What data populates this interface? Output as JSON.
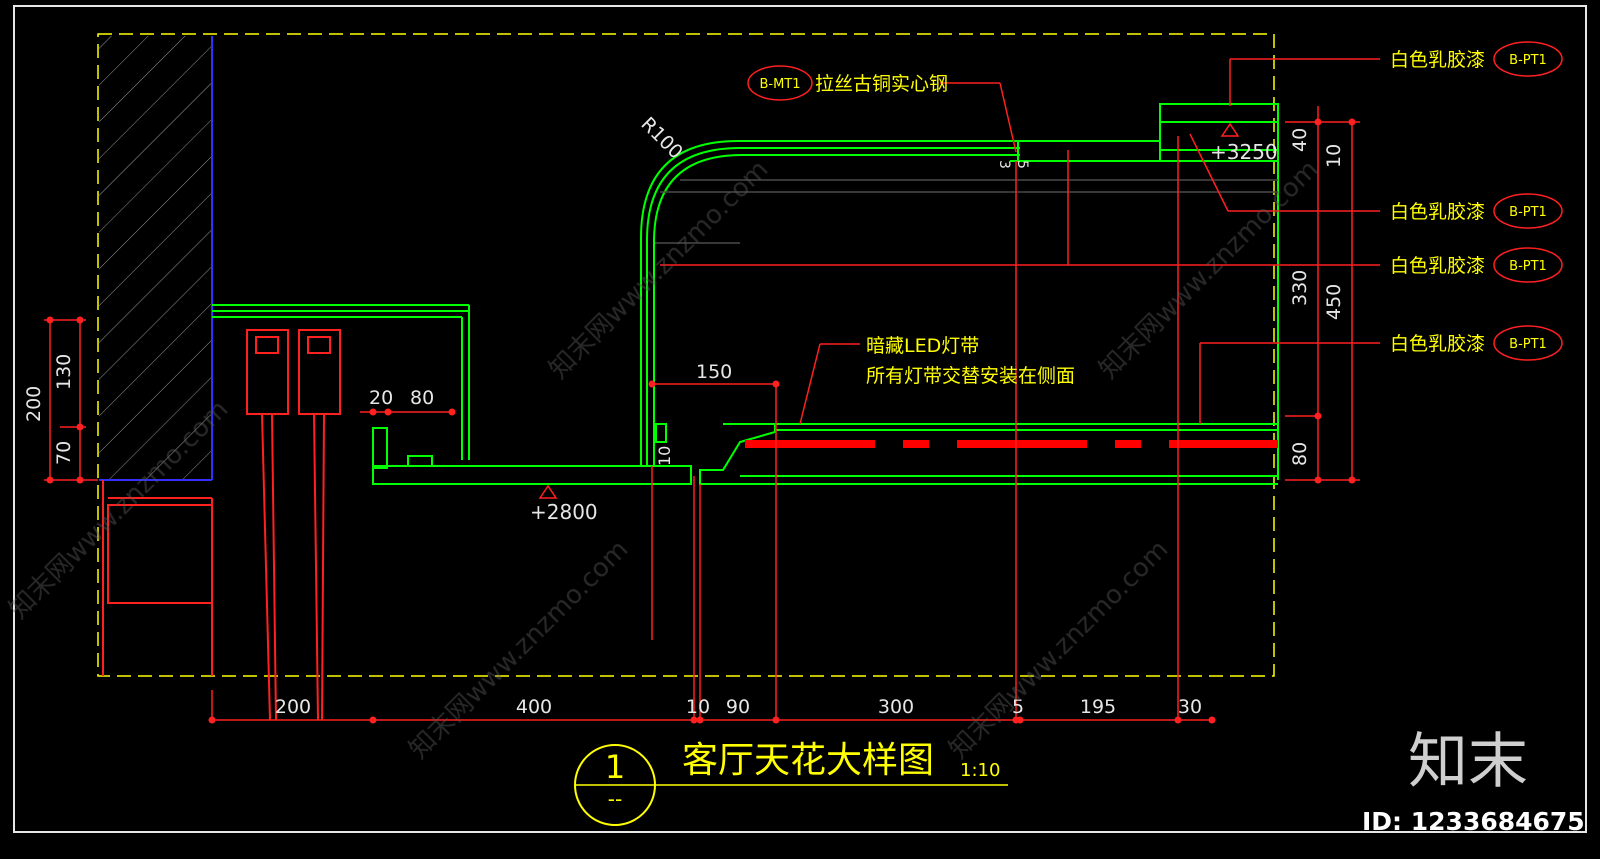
{
  "colors": {
    "background": "#000000",
    "frame": "#e6e6e6",
    "border": "#ffff00",
    "green": "#00ff00",
    "red": "#ff0000",
    "blue": "#0000ff",
    "label": "#ffff00",
    "dim_text": "#e6e6e6"
  },
  "callouts": {
    "b_mt1_tag": "B-MT1",
    "b_mt1_text": "拉丝古铜实心钢",
    "pt1_tag": "B-PT1",
    "pt1_text_1": "白色乳胶漆",
    "pt1_text_2": "白色乳胶漆",
    "pt1_text_3": "白色乳胶漆",
    "pt1_text_4": "白色乳胶漆",
    "led_line1": "暗藏LED灯带",
    "led_line2": "所有灯带交替安装在侧面"
  },
  "levels": {
    "upper": "+3250",
    "lower": "+2800"
  },
  "radius_label": "R100",
  "dims_right": [
    "40",
    "10",
    "330",
    "450",
    "80"
  ],
  "dims_left": [
    "200",
    "130",
    "70"
  ],
  "dims_misc": {
    "d20": "20",
    "d80": "80",
    "d150": "150",
    "d3": "3",
    "d5": "5",
    "d10": "10"
  },
  "dims_bottom": [
    "200",
    "400",
    "10",
    "90",
    "300",
    "5",
    "195",
    "30"
  ],
  "title": {
    "number": "1",
    "sub": "--",
    "text": "客厅天花大样图",
    "scale": "1:10"
  },
  "watermark": {
    "brand": "知末",
    "id": "ID: 1233684675",
    "tile": "知末网www.znzmo.com"
  }
}
